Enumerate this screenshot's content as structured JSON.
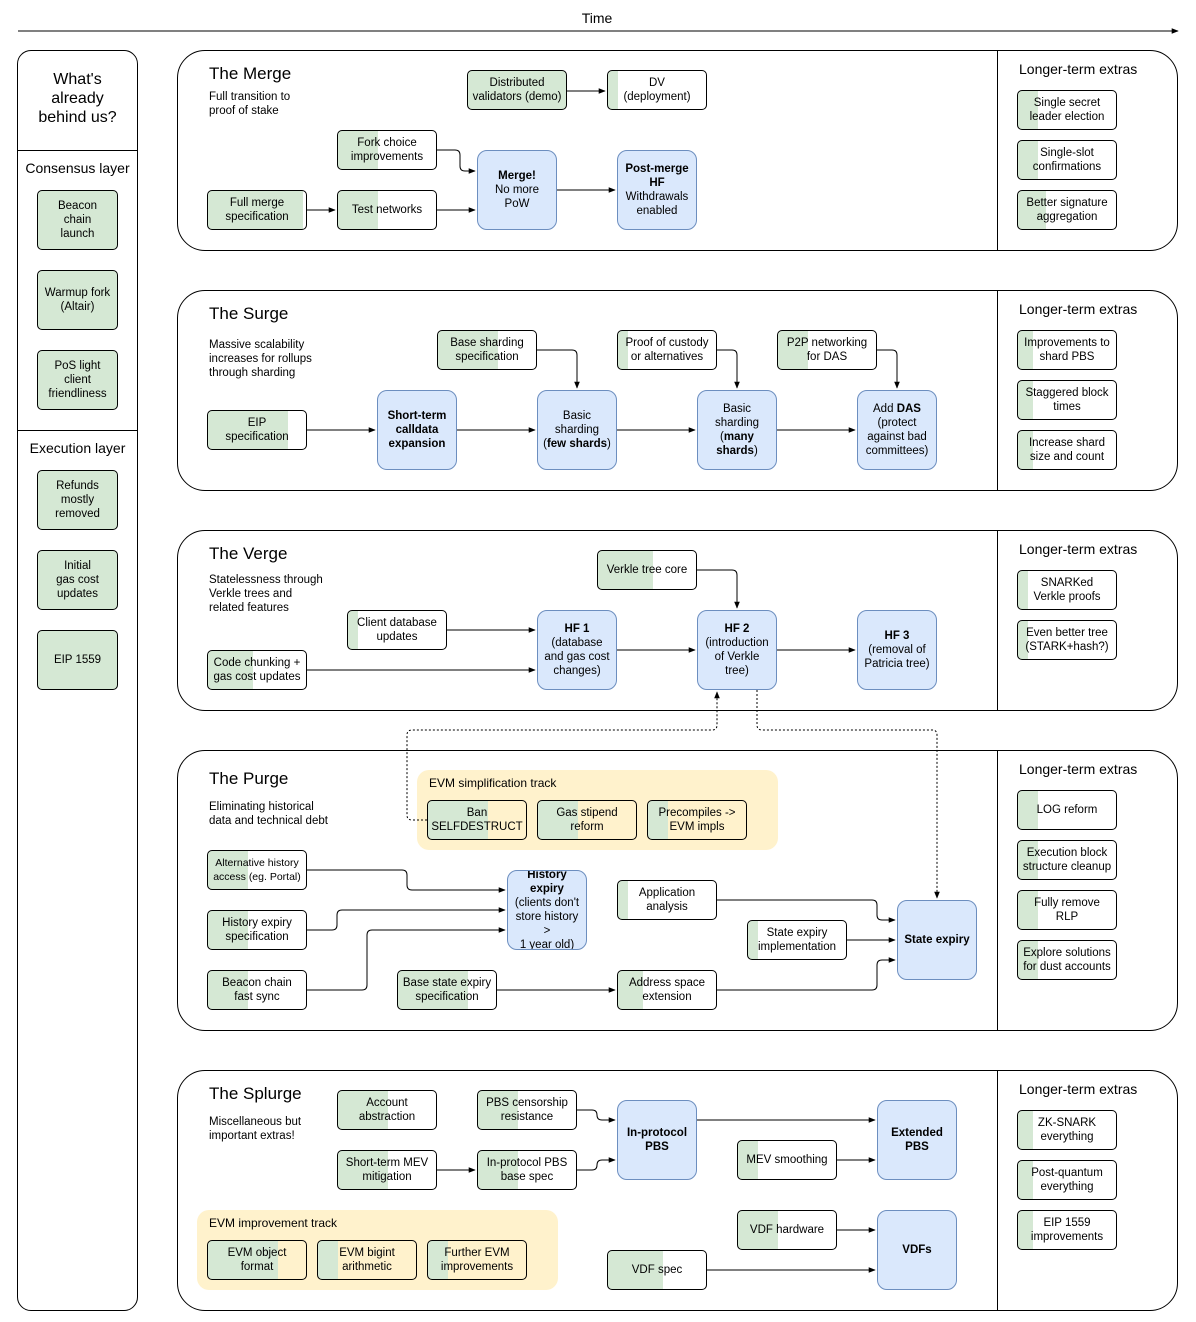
{
  "time_label": "Time",
  "colors": {
    "done_green": "#d5e8d4",
    "highlight_blue": "#dae8fc",
    "highlight_border": "#6c8ebf",
    "track_yellow": "#fff2cc"
  },
  "left": {
    "header": "What's\nalready\nbehind us?",
    "consensus_label": "Consensus layer",
    "consensus_items": [
      "Beacon\nchain\nlaunch",
      "Warmup fork\n(Altair)",
      "PoS light\nclient\nfriendliness"
    ],
    "execution_label": "Execution layer",
    "execution_items": [
      "Refunds\nmostly\nremoved",
      "Initial\ngas cost\nupdates",
      "EIP 1559"
    ]
  },
  "extras_title": "Longer-term extras",
  "merge": {
    "title": "The Merge",
    "subtitle": "Full transition to proof of stake",
    "distributed_validators": "Distributed\nvalidators (demo)",
    "dv_deployment": "DV\n(deployment)",
    "fork_choice": "Fork choice\nimprovements",
    "full_merge_spec": "Full merge\nspecification",
    "test_networks": "Test networks",
    "merge_bold": "Merge!",
    "merge_rest": "No more\nPoW",
    "post_merge_bold": "Post-merge\nHF",
    "post_merge_rest": "Withdrawals\nenabled",
    "extras": [
      "Single secret\nleader election",
      "Single-slot\nconfirmations",
      "Better signature\naggregation"
    ]
  },
  "surge": {
    "title": "The Surge",
    "subtitle": "Massive scalability increases for rollups through sharding",
    "eip_spec": "EIP\nspecification",
    "short_term_bold": "Short-term\ncalldata\nexpansion",
    "base_sharding_spec": "Base sharding\nspecification",
    "basic_few_1": "Basic\nsharding\n(",
    "basic_few_bold": "few shards",
    "basic_few_2": ")",
    "proof_custody": "Proof of custody\nor alternatives",
    "basic_many_1": "Basic\nsharding\n(",
    "basic_many_bold": "many\nshards",
    "basic_many_2": ")",
    "p2p": "P2P networking\nfor DAS",
    "add_das_1": "Add ",
    "add_das_bold": "DAS",
    "add_das_2": "\n(protect\nagainst bad\ncommittees)",
    "extras": [
      "Improvements to\nshard PBS",
      "Staggered block\ntimes",
      "Increase shard\nsize and count"
    ]
  },
  "verge": {
    "title": "The Verge",
    "subtitle": "Statelessness through Verkle trees and related features",
    "verkle_core": "Verkle tree core",
    "client_db": "Client database\nupdates",
    "code_chunking": "Code chunking +\ngas cost updates",
    "hf1_bold": "HF 1",
    "hf1_rest": "(database\nand gas cost\nchanges)",
    "hf2_bold": "HF 2",
    "hf2_rest": "(introduction\nof Verkle\ntree)",
    "hf3_bold": "HF 3",
    "hf3_rest": "(removal of\nPatricia tree)",
    "extras": [
      "SNARKed\nVerkle proofs",
      "Even better tree\n(STARK+hash?)"
    ]
  },
  "purge": {
    "title": "The Purge",
    "subtitle": "Eliminating historical data and technical debt",
    "track_label": "EVM simplification track",
    "ban_selfdestruct": "Ban\nSELFDESTRUCT",
    "gas_stipend": "Gas stipend\nreform",
    "precompiles": "Precompiles ->\nEVM impls",
    "alt_history": "Alternative history\naccess (eg. Portal)",
    "history_expiry_spec": "History expiry\nspecification",
    "beacon_fast_sync": "Beacon chain\nfast sync",
    "history_expiry_bold": "History\nexpiry",
    "history_expiry_rest": "(clients don't\nstore history >\n1 year old)",
    "app_analysis": "Application\nanalysis",
    "state_expiry_impl": "State expiry\nimplementation",
    "base_state_expiry": "Base state expiry\nspecification",
    "address_space": "Address space\nextension",
    "state_expiry": "State expiry",
    "extras": [
      "LOG reform",
      "Execution block\nstructure cleanup",
      "Fully remove\nRLP",
      "Explore solutions\nfor dust accounts"
    ]
  },
  "splurge": {
    "title": "The Splurge",
    "subtitle": "Miscellaneous but important extras!",
    "account_abstraction": "Account\nabstraction",
    "pbs_censorship": "PBS censorship\nresistance",
    "short_term_mev": "Short-term MEV\nmitigation",
    "inprotocol_pbs_spec": "In-protocol PBS\nbase spec",
    "inprotocol_pbs": "In-protocol\nPBS",
    "mev_smoothing": "MEV smoothing",
    "extended_pbs": "Extended\nPBS",
    "track_label": "EVM improvement track",
    "evm_object": "EVM object\nformat",
    "evm_bigint": "EVM bigint\narithmetic",
    "further_evm": "Further EVM\nimprovements",
    "vdf_hardware": "VDF hardware",
    "vdf_spec": "VDF spec",
    "vdfs": "VDFs",
    "extras": [
      "ZK-SNARK\neverything",
      "Post-quantum\neverything",
      "EIP 1559\nimprovements"
    ]
  }
}
